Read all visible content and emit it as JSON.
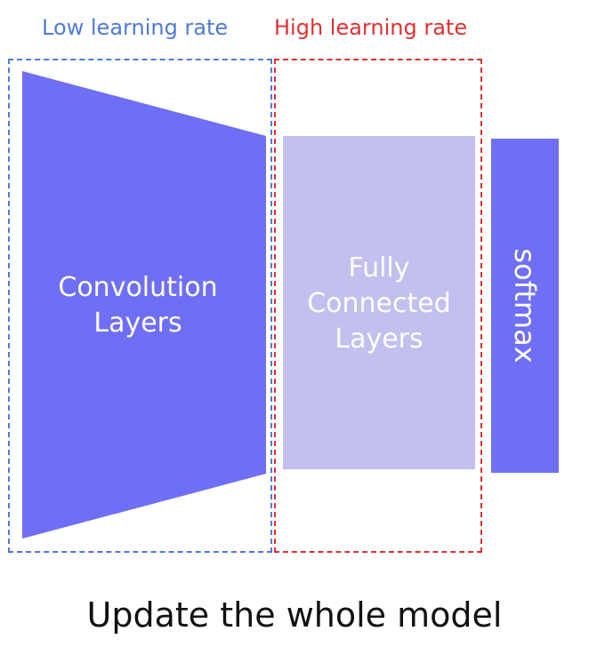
{
  "regions": {
    "low": {
      "label": "Low learning rate",
      "color": "#4f7bd6"
    },
    "high": {
      "label": "High learning rate",
      "color": "#e03131"
    }
  },
  "blocks": {
    "conv": {
      "label_line1": "Convolution",
      "label_line2": "Layers",
      "fill": "#6f6ff5"
    },
    "fc": {
      "label_line1": "Fully",
      "label_line2": "Connected",
      "label_line3": "Layers",
      "fill": "#c3bfee"
    },
    "softmax": {
      "label": "softmax",
      "fill": "#6f6ff5"
    }
  },
  "footer": "Update the whole model"
}
